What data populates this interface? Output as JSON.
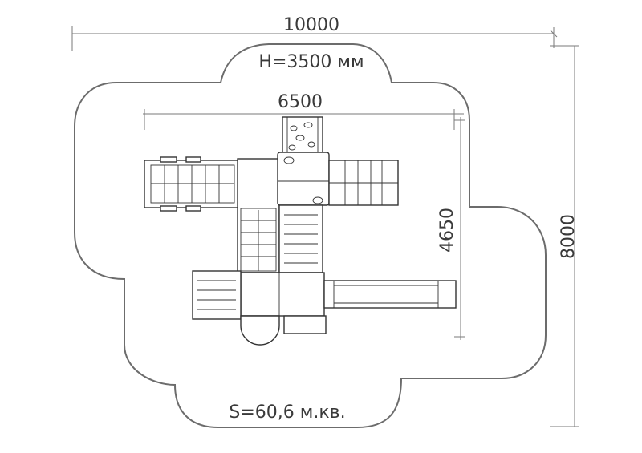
{
  "dimensions": {
    "total_width": "10000",
    "height_label": "H=3500 мм",
    "equipment_width": "6500",
    "equipment_depth": "4650",
    "total_depth": "8000",
    "area_label": "S=60,6 м.кв."
  },
  "colors": {
    "zone_outline": "#6c6c6c",
    "dimension_line": "#7a7a7a",
    "drawing_line": "#333333",
    "text": "#3a3a3a"
  }
}
